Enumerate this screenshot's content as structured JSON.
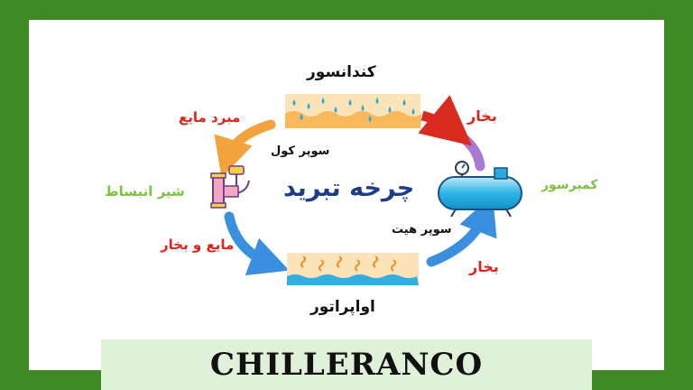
{
  "labels": {
    "condenser": "کندانسور",
    "evaporator": "اواپراتور",
    "compressor": "کمپرسور",
    "expansion_valve": "شیر انبساط",
    "cycle_title": "چرخه تبرید",
    "supercool": "سوپر کول",
    "superheat": "سوپر هیت",
    "liquid_refrigerant": "مبرد مایع",
    "vapor_top": "بخار",
    "vapor_bottom": "بخار",
    "liquid_and_vapor": "مایع و بخار"
  },
  "footer": {
    "brand": "CHILLERANCO"
  },
  "colors": {
    "frame": "#3f8a26",
    "footer_bg": "#dff1d9",
    "red_text": "#e3221a",
    "green_text": "#7dc242",
    "title_text": "#1f3c88",
    "arrow_red": "#d92b20",
    "arrow_purple": "#a77bd1",
    "arrow_orange": "#f3a33c",
    "arrow_blue": "#3a8fe0"
  }
}
